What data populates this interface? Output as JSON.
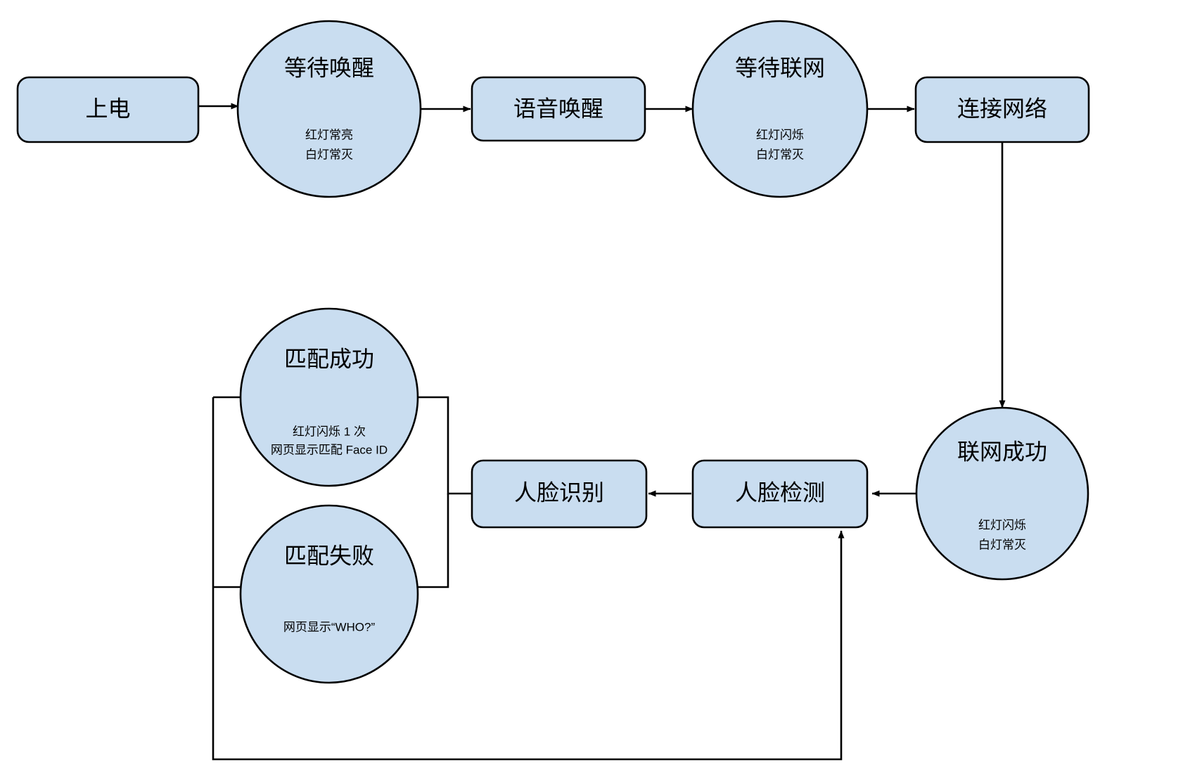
{
  "diagram": {
    "type": "flowchart",
    "title_text": "",
    "palette": {
      "node_fill": "#c9ddf0",
      "node_stroke": "#000000",
      "edge_stroke": "#000000",
      "background": "#ffffff",
      "text": "#000000"
    },
    "nodes": [
      {
        "id": "power-on",
        "shape": "rounded-rect",
        "label": "上电",
        "sub_lines": []
      },
      {
        "id": "wait-wake",
        "shape": "ellipse",
        "label": "等待唤醒",
        "sub_lines": [
          "红灯常亮",
          "白灯常灭"
        ]
      },
      {
        "id": "voice-wake",
        "shape": "rounded-rect",
        "label": "语音唤醒",
        "sub_lines": []
      },
      {
        "id": "wait-network",
        "shape": "ellipse",
        "label": "等待联网",
        "sub_lines": [
          "红灯闪烁",
          "白灯常灭"
        ]
      },
      {
        "id": "connect-network",
        "shape": "rounded-rect",
        "label": "连接网络",
        "sub_lines": []
      },
      {
        "id": "network-success",
        "shape": "circle",
        "label": "联网成功",
        "sub_lines": [
          "红灯闪烁",
          "白灯常灭"
        ]
      },
      {
        "id": "face-detect",
        "shape": "rounded-rect",
        "label": "人脸检测",
        "sub_lines": []
      },
      {
        "id": "face-recognize",
        "shape": "rounded-rect",
        "label": "人脸识别",
        "sub_lines": []
      },
      {
        "id": "match-success",
        "shape": "circle",
        "label": "匹配成功",
        "sub_lines": [
          "红灯闪烁 1 次",
          "网页显示匹配 Face ID"
        ]
      },
      {
        "id": "match-fail",
        "shape": "circle",
        "label": "匹配失败",
        "sub_lines": [
          "网页显示“WHO?”"
        ]
      }
    ],
    "edges": [
      {
        "id": "e1",
        "from": "power-on",
        "to": "wait-wake",
        "arrow": true
      },
      {
        "id": "e2",
        "from": "wait-wake",
        "to": "voice-wake",
        "arrow": true
      },
      {
        "id": "e3",
        "from": "voice-wake",
        "to": "wait-network",
        "arrow": true
      },
      {
        "id": "e4",
        "from": "wait-network",
        "to": "connect-network",
        "arrow": true
      },
      {
        "id": "e5",
        "from": "connect-network",
        "to": "network-success",
        "arrow": true
      },
      {
        "id": "e6",
        "from": "network-success",
        "to": "face-detect",
        "arrow": true
      },
      {
        "id": "e7",
        "from": "face-detect",
        "to": "face-recognize",
        "arrow": true
      },
      {
        "id": "e8",
        "from": "face-recognize",
        "to": "match-success",
        "arrow": false
      },
      {
        "id": "e9",
        "from": "face-recognize",
        "to": "match-fail",
        "arrow": false
      },
      {
        "id": "e10",
        "from": "match-fail",
        "to": "face-detect",
        "arrow": true
      }
    ]
  }
}
